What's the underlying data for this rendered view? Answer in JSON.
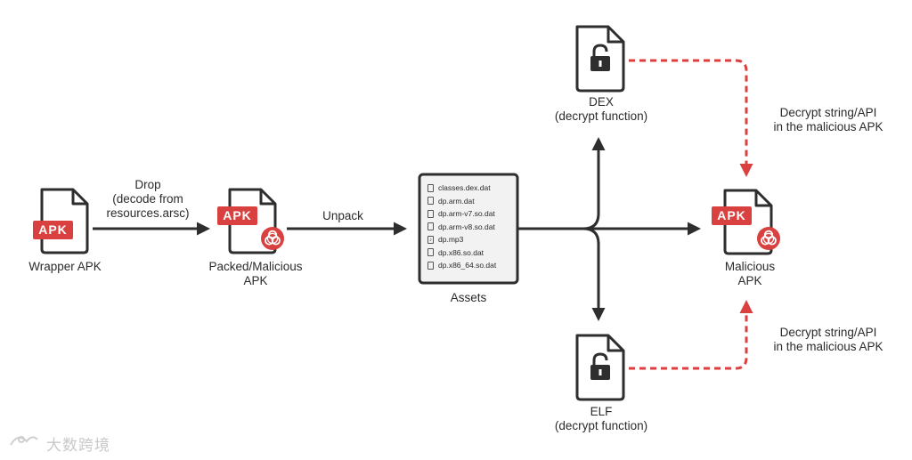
{
  "nodes": {
    "wrapper": {
      "badge": "APK",
      "label": "Wrapper APK"
    },
    "packed": {
      "badge": "APK",
      "label_line1": "Packed/Malicious",
      "label_line2": "APK"
    },
    "assets": {
      "label": "Assets",
      "files": [
        "classes.dex.dat",
        "dp.arm.dat",
        "dp.arm-v7.so.dat",
        "dp.arm-v8.so.dat",
        "dp.mp3",
        "dp.x86.so.dat",
        "dp.x86_64.so.dat"
      ]
    },
    "dex": {
      "label_line1": "DEX",
      "label_line2": "(decrypt function)"
    },
    "elf": {
      "label_line1": "ELF",
      "label_line2": "(decrypt function)"
    },
    "malicious": {
      "badge": "APK",
      "label_line1": "Malicious",
      "label_line2": "APK"
    }
  },
  "edges": {
    "drop": {
      "line1": "Drop",
      "line2": "(decode from",
      "line3": "resources.arsc)"
    },
    "unpack": {
      "label": "Unpack"
    },
    "decrypt_top": {
      "line1": "Decrypt string/API",
      "line2": "in the malicious APK"
    },
    "decrypt_bottom": {
      "line1": "Decrypt string/API",
      "line2": "in the malicious APK"
    }
  },
  "watermark": "大数跨境",
  "colors": {
    "ink": "#2e2e2e",
    "accent": "#d8413f",
    "box_fill": "#f2f2f2"
  },
  "icons": {
    "file": "document-icon",
    "lock": "padlock-icon",
    "biohazard": "biohazard-icon"
  }
}
